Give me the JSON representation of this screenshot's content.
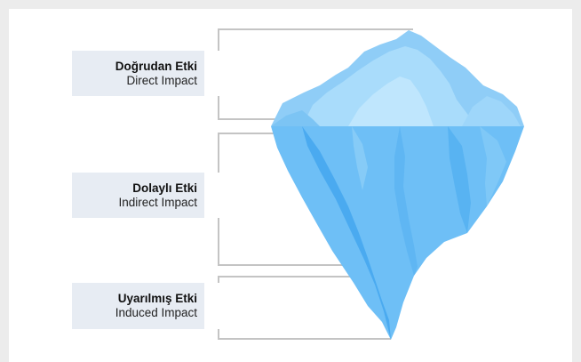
{
  "colors": {
    "background": "#ececec",
    "card": "#ffffff",
    "label_box": "#e7ecf3",
    "bracket_line": "#c4c4c4",
    "ice_above_light": "#a9dcfb",
    "ice_above_mid": "#8fcdf7",
    "ice_below": "#6ebff6",
    "ice_below_dark": "#4aaaf0"
  },
  "layers": [
    {
      "title": "Doğrudan Etki",
      "subtitle": "Direct Impact"
    },
    {
      "title": "Dolaylı Etki",
      "subtitle": "Indirect Impact"
    },
    {
      "title": "Uyarılmış Etki",
      "subtitle": "Induced Impact"
    }
  ]
}
